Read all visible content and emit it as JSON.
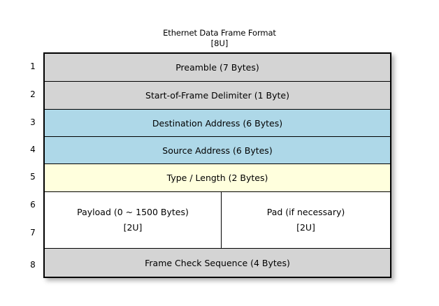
{
  "diagram": {
    "title": "Ethernet Data Frame Format",
    "title_tag": "[8U]",
    "row_numbers": [
      "1",
      "2",
      "3",
      "4",
      "5",
      "6",
      "7",
      "8"
    ],
    "colors": {
      "gray": "#d4d4d4",
      "blue": "#aed8e8",
      "yellow": "#ffffdd",
      "white": "#ffffff",
      "border": "#000000"
    },
    "rows": [
      {
        "number": "1",
        "label": "Preamble (7 Bytes)",
        "fill": "gray"
      },
      {
        "number": "2",
        "label": "Start-of-Frame Delimiter (1 Byte)",
        "fill": "gray"
      },
      {
        "number": "3",
        "label": "Destination Address (6 Bytes)",
        "fill": "blue"
      },
      {
        "number": "4",
        "label": "Source Address (6 Bytes)",
        "fill": "blue"
      },
      {
        "number": "5",
        "label": "Type / Length (2 Bytes)",
        "fill": "yellow"
      },
      {
        "number": "6-7",
        "fill": "white",
        "split": true,
        "left": {
          "label": "Payload (0 ~ 1500 Bytes)",
          "tag": "[2U]"
        },
        "right": {
          "label": "Pad (if necessary)",
          "tag": "[2U]"
        }
      },
      {
        "number": "8",
        "label": "Frame Check Sequence (4 Bytes)",
        "fill": "gray"
      }
    ]
  }
}
